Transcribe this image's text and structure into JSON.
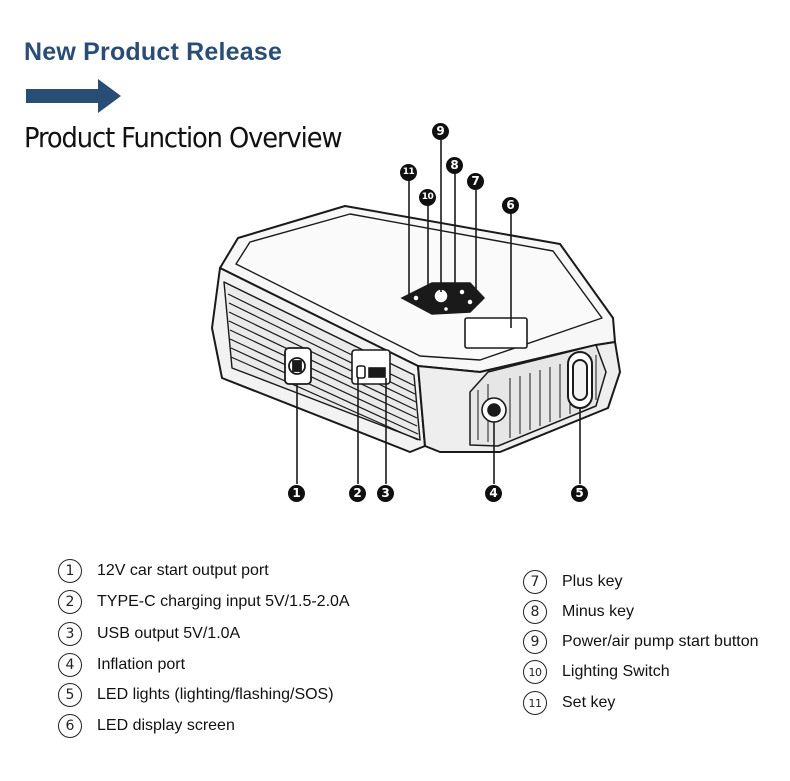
{
  "header": {
    "headline": "New Product Release",
    "subtitle": "Product Function Overview",
    "headline_color": "#2a4d75",
    "arrow_color": "#2a4d75"
  },
  "callouts": [
    "1",
    "2",
    "3",
    "4",
    "5",
    "6",
    "7",
    "8",
    "9",
    "10",
    "11"
  ],
  "legend_left": [
    {
      "num": "1",
      "text": "12V car start output port"
    },
    {
      "num": "2",
      "text": "TYPE-C charging input 5V/1.5-2.0A"
    },
    {
      "num": "3",
      "text": "USB output 5V/1.0A"
    },
    {
      "num": "4",
      "text": "Inflation port"
    },
    {
      "num": "5",
      "text": "LED lights (lighting/flashing/SOS)"
    },
    {
      "num": "6",
      "text": "LED display screen"
    }
  ],
  "legend_right": [
    {
      "num": "7",
      "text": "Plus key"
    },
    {
      "num": "8",
      "text": "Minus key"
    },
    {
      "num": "9",
      "text": "Power/air pump start button"
    },
    {
      "num": "10",
      "text": "Lighting Switch"
    },
    {
      "num": "11",
      "text": "Set key"
    }
  ]
}
